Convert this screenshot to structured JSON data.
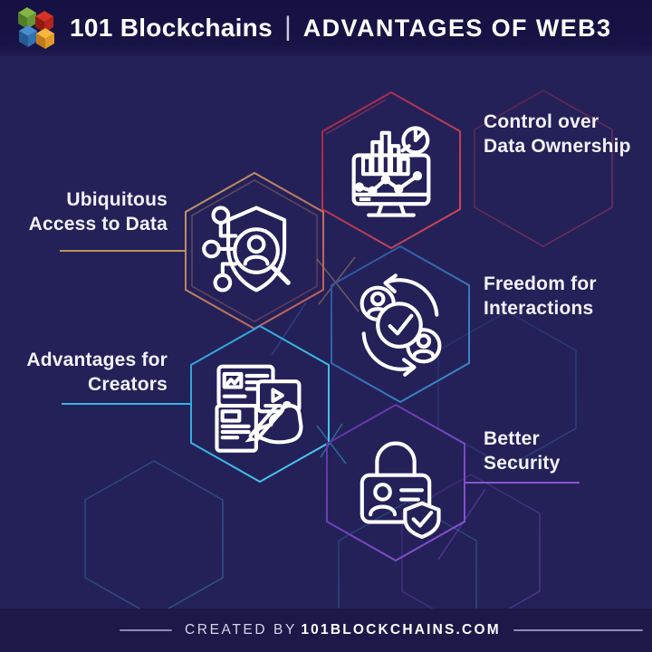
{
  "header": {
    "brand": "101 Blockchains",
    "separator": "|",
    "title": "ADVANTAGES OF WEB3"
  },
  "advantages": [
    {
      "id": "control-over-data-ownership",
      "line1": "Control over",
      "line2": "Data Ownership",
      "side": "right",
      "accent": "#c23a55",
      "icon": "analytics-monitor-icon"
    },
    {
      "id": "ubiquitous-access-to-data",
      "line1": "Ubiquitous",
      "line2": "Access to Data",
      "side": "left",
      "accent": "#b8935f",
      "icon": "shield-user-search-icon"
    },
    {
      "id": "freedom-for-interactions",
      "line1": "Freedom for",
      "line2": "Interactions",
      "side": "right",
      "accent": "#3c64b4",
      "icon": "user-exchange-check-icon"
    },
    {
      "id": "advantages-for-creators",
      "line1": "Advantages for",
      "line2": "Creators",
      "side": "left",
      "accent": "#2fb5e5",
      "icon": "content-creation-icon"
    },
    {
      "id": "better-security",
      "line1": "Better",
      "line2": "Security",
      "side": "right",
      "accent": "#7b44c9",
      "icon": "lock-id-shield-icon"
    }
  ],
  "footer": {
    "prefix": "CREATED BY",
    "site": "101BLOCKCHAINS.COM"
  },
  "colors": {
    "background": "#242159",
    "header_background": "#181345",
    "footer_background": "#1c1848",
    "text": "#f3f2f8",
    "icon_stroke": "#ffffff",
    "gold": "#b8935f",
    "crimson": "#c23a55",
    "blue": "#3c64b4",
    "cyan": "#2fb5e5",
    "purple": "#7b44c9"
  }
}
